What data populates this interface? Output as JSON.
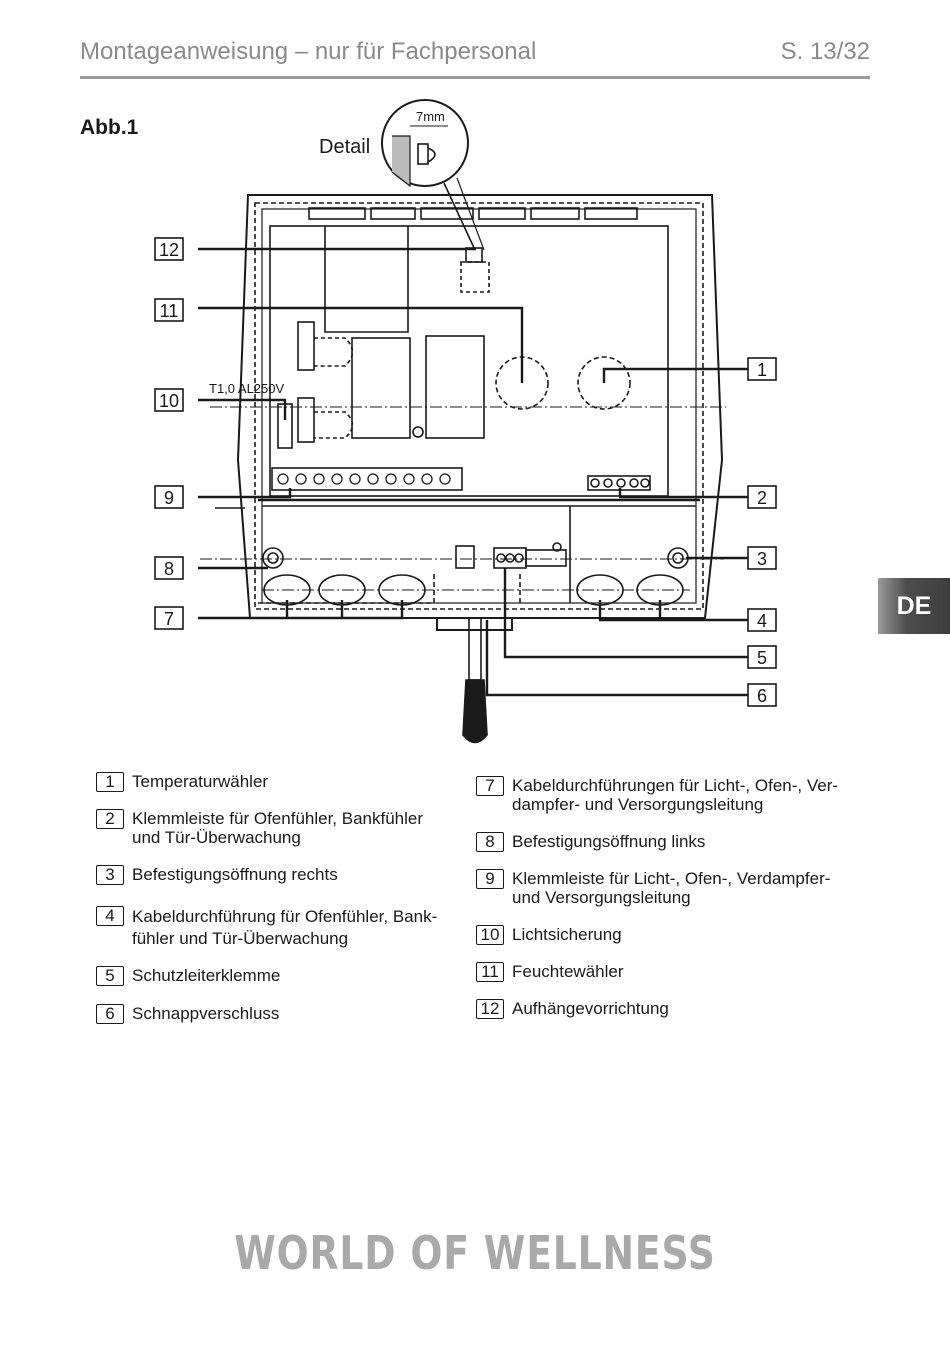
{
  "header": {
    "title": "Montageanweisung – nur für Fachpersonal",
    "page": "S. 13/32"
  },
  "figure": {
    "label": "Abb.1",
    "detail_label": "Detail",
    "detail_dimension": "7mm",
    "fuse_label": "T1,0 AL250V",
    "callouts_left": [
      "12",
      "11",
      "10",
      "9",
      "8",
      "7"
    ],
    "callouts_right": [
      "1",
      "2",
      "3",
      "4",
      "5",
      "6"
    ]
  },
  "language_tab": "DE",
  "legend": {
    "left": [
      {
        "num": "1",
        "text": "Temperaturwähler"
      },
      {
        "num": "2",
        "text": "Klemmleiste für Ofenfühler, Bankfühler\nund  Tür-Überwachung"
      },
      {
        "num": "3",
        "text": "Befestigungsöffnung rechts"
      },
      {
        "num": "4",
        "text": "Kabeldurchführung für Ofenfühler, Bank-\nfühler und Tür-Überwachung"
      },
      {
        "num": "5",
        "text": "Schutzleiterklemme"
      },
      {
        "num": "6",
        "text": "Schnappverschluss"
      }
    ],
    "right": [
      {
        "num": "7",
        "text": "Kabeldurchführungen für Licht-, Ofen-, Ver-\ndampfer- und Versorgungsleitung"
      },
      {
        "num": "8",
        "text": "Befestigungsöffnung links"
      },
      {
        "num": "9",
        "text": "Klemmleiste für Licht-, Ofen-, Verdampfer-\nund Versorgungsleitung"
      },
      {
        "num": "10",
        "text": "Lichtsicherung"
      },
      {
        "num": "11",
        "text": "Feuchtewähler"
      },
      {
        "num": "12",
        "text": "Aufhängevorrichtung"
      }
    ]
  },
  "footer": {
    "brand": "WORLD OF WELLNESS"
  }
}
